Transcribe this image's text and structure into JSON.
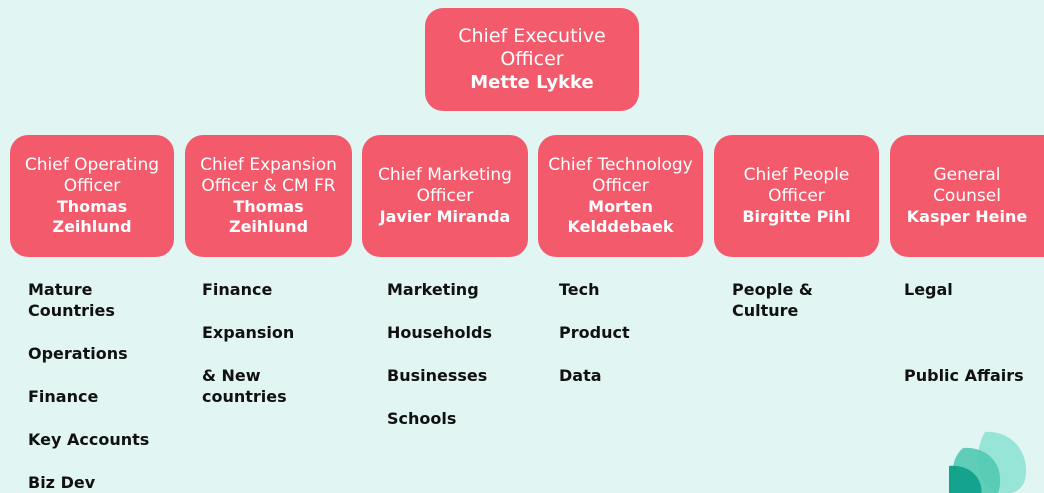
{
  "ceo": {
    "title": "Chief Executive\nOfficer",
    "name": "Mette Lykke"
  },
  "executives": [
    {
      "title": "Chief Operating\nOfficer",
      "name": "Thomas\nZeihlund",
      "areas": [
        "Mature\nCountries",
        "Operations",
        "Finance",
        "Key Accounts",
        "Biz Dev"
      ]
    },
    {
      "title": "Chief Expansion\nOfficer & CM FR",
      "name": "Thomas\nZeihlund",
      "areas": [
        "Finance",
        "Expansion",
        "& New\ncountries"
      ]
    },
    {
      "title": "Chief Marketing\nOfficer",
      "name": "Javier Miranda",
      "areas": [
        "Marketing",
        "Households",
        "Businesses",
        "Schools"
      ]
    },
    {
      "title": "Chief Technology\nOfficer",
      "name": "Morten\nKelddebaek",
      "areas": [
        "Tech",
        "Product",
        "Data"
      ]
    },
    {
      "title": "Chief People\nOfficer",
      "name": "Birgitte Pihl",
      "areas": [
        "People &\nCulture"
      ]
    },
    {
      "title": "General\nCounsel",
      "name": "Kasper Heine",
      "areas": [
        "Legal",
        "",
        "Public Affairs"
      ]
    }
  ],
  "colors": {
    "background": "#e1f5f3",
    "box": "#f35a6c",
    "box_text": "#ffffff",
    "area_text": "#111111",
    "logo_dark": "#14a48e",
    "logo_light": "#8fe3d3"
  },
  "icons": {
    "logo": "leaf-logo-icon"
  }
}
